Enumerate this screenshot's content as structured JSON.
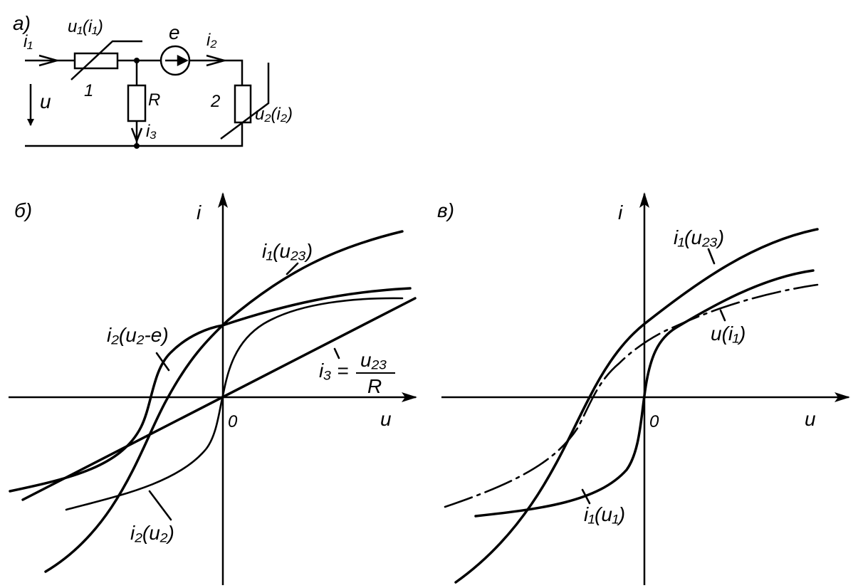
{
  "circuit": {
    "panel_label": "a)",
    "i1": "i₁",
    "u1_i1": "u₁(i₁)",
    "e": "e",
    "i2": "i₂",
    "element1": "1",
    "R": "R",
    "u": "u",
    "i3": "i₃",
    "element2": "2",
    "u2_i2": "u₂(i₂)"
  },
  "plot_b": {
    "panel_label": "б)",
    "y_axis": "i",
    "x_axis": "u",
    "origin": "0",
    "curves": {
      "i1_u23": "i₁(u₂₃)",
      "i2_u2_minus_e": "i₂(u₂-e)",
      "i3_prefix": "i₃ =",
      "i3_num": "u₂₃",
      "i3_den": "R",
      "i2_u2": "i₂(u₂)"
    }
  },
  "plot_v": {
    "panel_label": "в)",
    "y_axis": "i",
    "x_axis": "u",
    "origin": "0",
    "curves": {
      "i1_u23": "i₁(u₂₃)",
      "u_i1": "u(i₁)",
      "i1_u1": "i₁(u₁)"
    }
  }
}
